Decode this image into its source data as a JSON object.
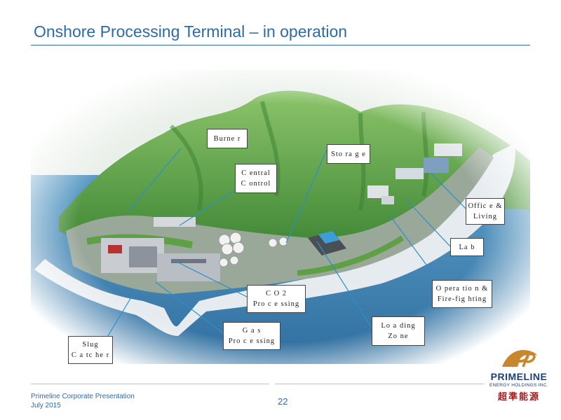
{
  "slide": {
    "title": "Onshore Processing Terminal – in operation",
    "page_number": "22"
  },
  "footer": {
    "presentation": "Primeline Corporate Presentation",
    "date": "July 2015"
  },
  "logo": {
    "name": "PRIMELINE",
    "subtitle": "ENERGY HOLDINGS INC.",
    "chinese_name": "超準能源"
  },
  "callouts": {
    "burner": "Burne r",
    "storage": "Sto ra g e",
    "central_control": "C entral\nC ontrol",
    "office_living": "Offic e  &\nLiving",
    "lab": "La b",
    "operation": "O pera tio n &\nFire-fig hting",
    "co2": "C O 2\nPro c e ssing",
    "loading": "Lo a ding\nZo ne",
    "gas": "G a s\nPro c e ssing",
    "slug": "Slug\nC a tc he r"
  },
  "colors": {
    "title_blue": "#2e6aa8",
    "logo_navy": "#1d3f73",
    "logo_red": "#b5121b",
    "logo_gold": "#c8872e",
    "sea": "#3f7fb0",
    "hill": "#4f9a3a"
  }
}
